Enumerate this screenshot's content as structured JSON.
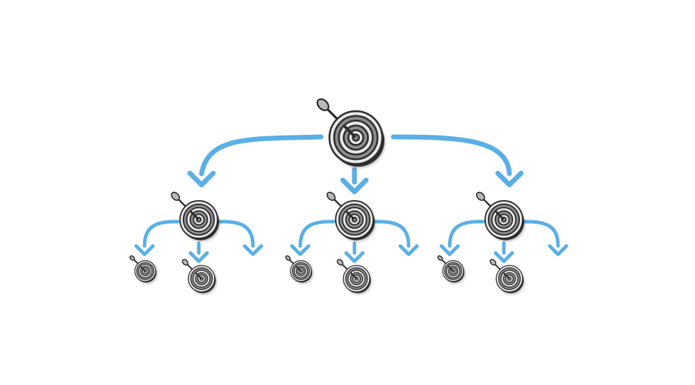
{
  "diagram": {
    "type": "target-hierarchy",
    "levels": 3,
    "branching_per_node": 3,
    "arrow_color": "#5aafe6",
    "target_ring_dark": "#2d2d2d",
    "target_ring_mid": "#8c8c8c",
    "target_ring_light": "#e9e9e9",
    "dart_shaft_color": "#2b2b2b",
    "dart_flight_color": "#b8b8b8",
    "icon": "dartboard-with-dart-icon"
  }
}
